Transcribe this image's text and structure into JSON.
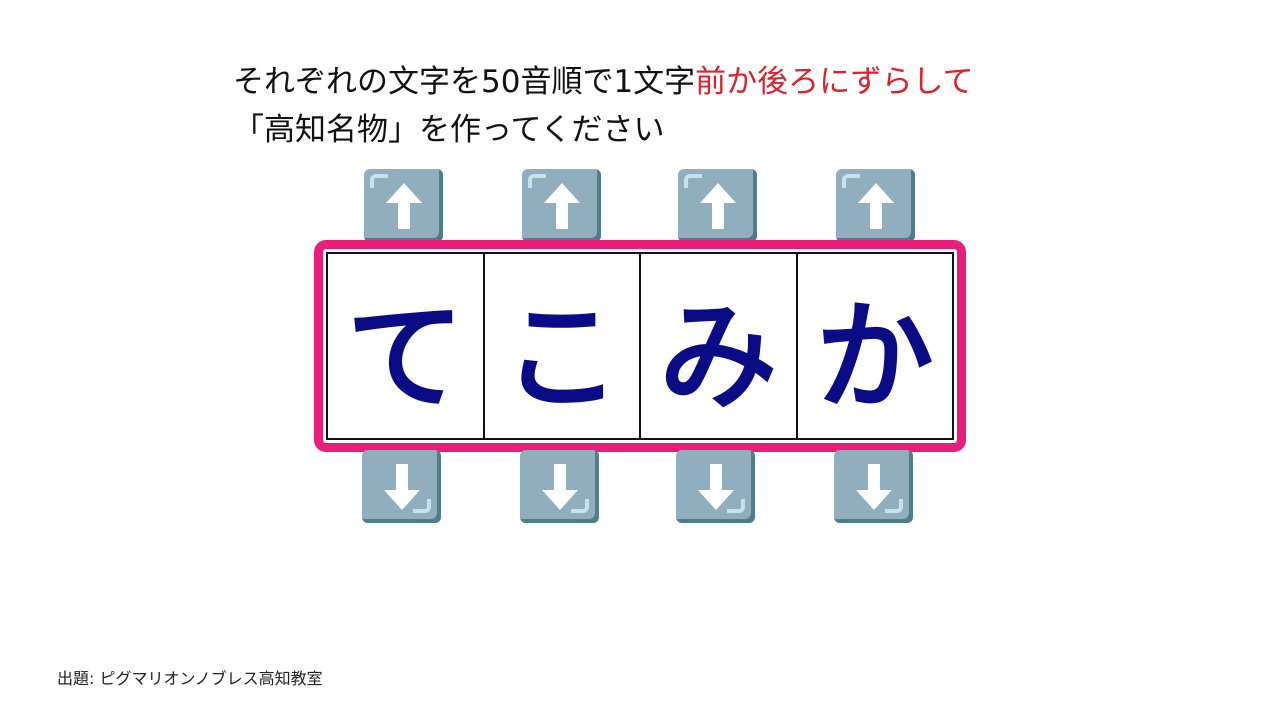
{
  "instruction": {
    "line1_prefix": "それぞれの文字を50音順で1文字",
    "line1_highlight": "前か後ろにずらして",
    "line2": "「高知名物」を作ってください"
  },
  "characters": [
    "て",
    "こ",
    "み",
    "か"
  ],
  "controls": {
    "up_icon": "arrow-up-icon",
    "down_icon": "arrow-down-icon"
  },
  "credit": "出題: ピグマリオンノブレス高知教室",
  "colors": {
    "frame": "#e91e7b",
    "highlight": "#e0202a",
    "character": "#0b0b85",
    "button": "#90aebd"
  }
}
